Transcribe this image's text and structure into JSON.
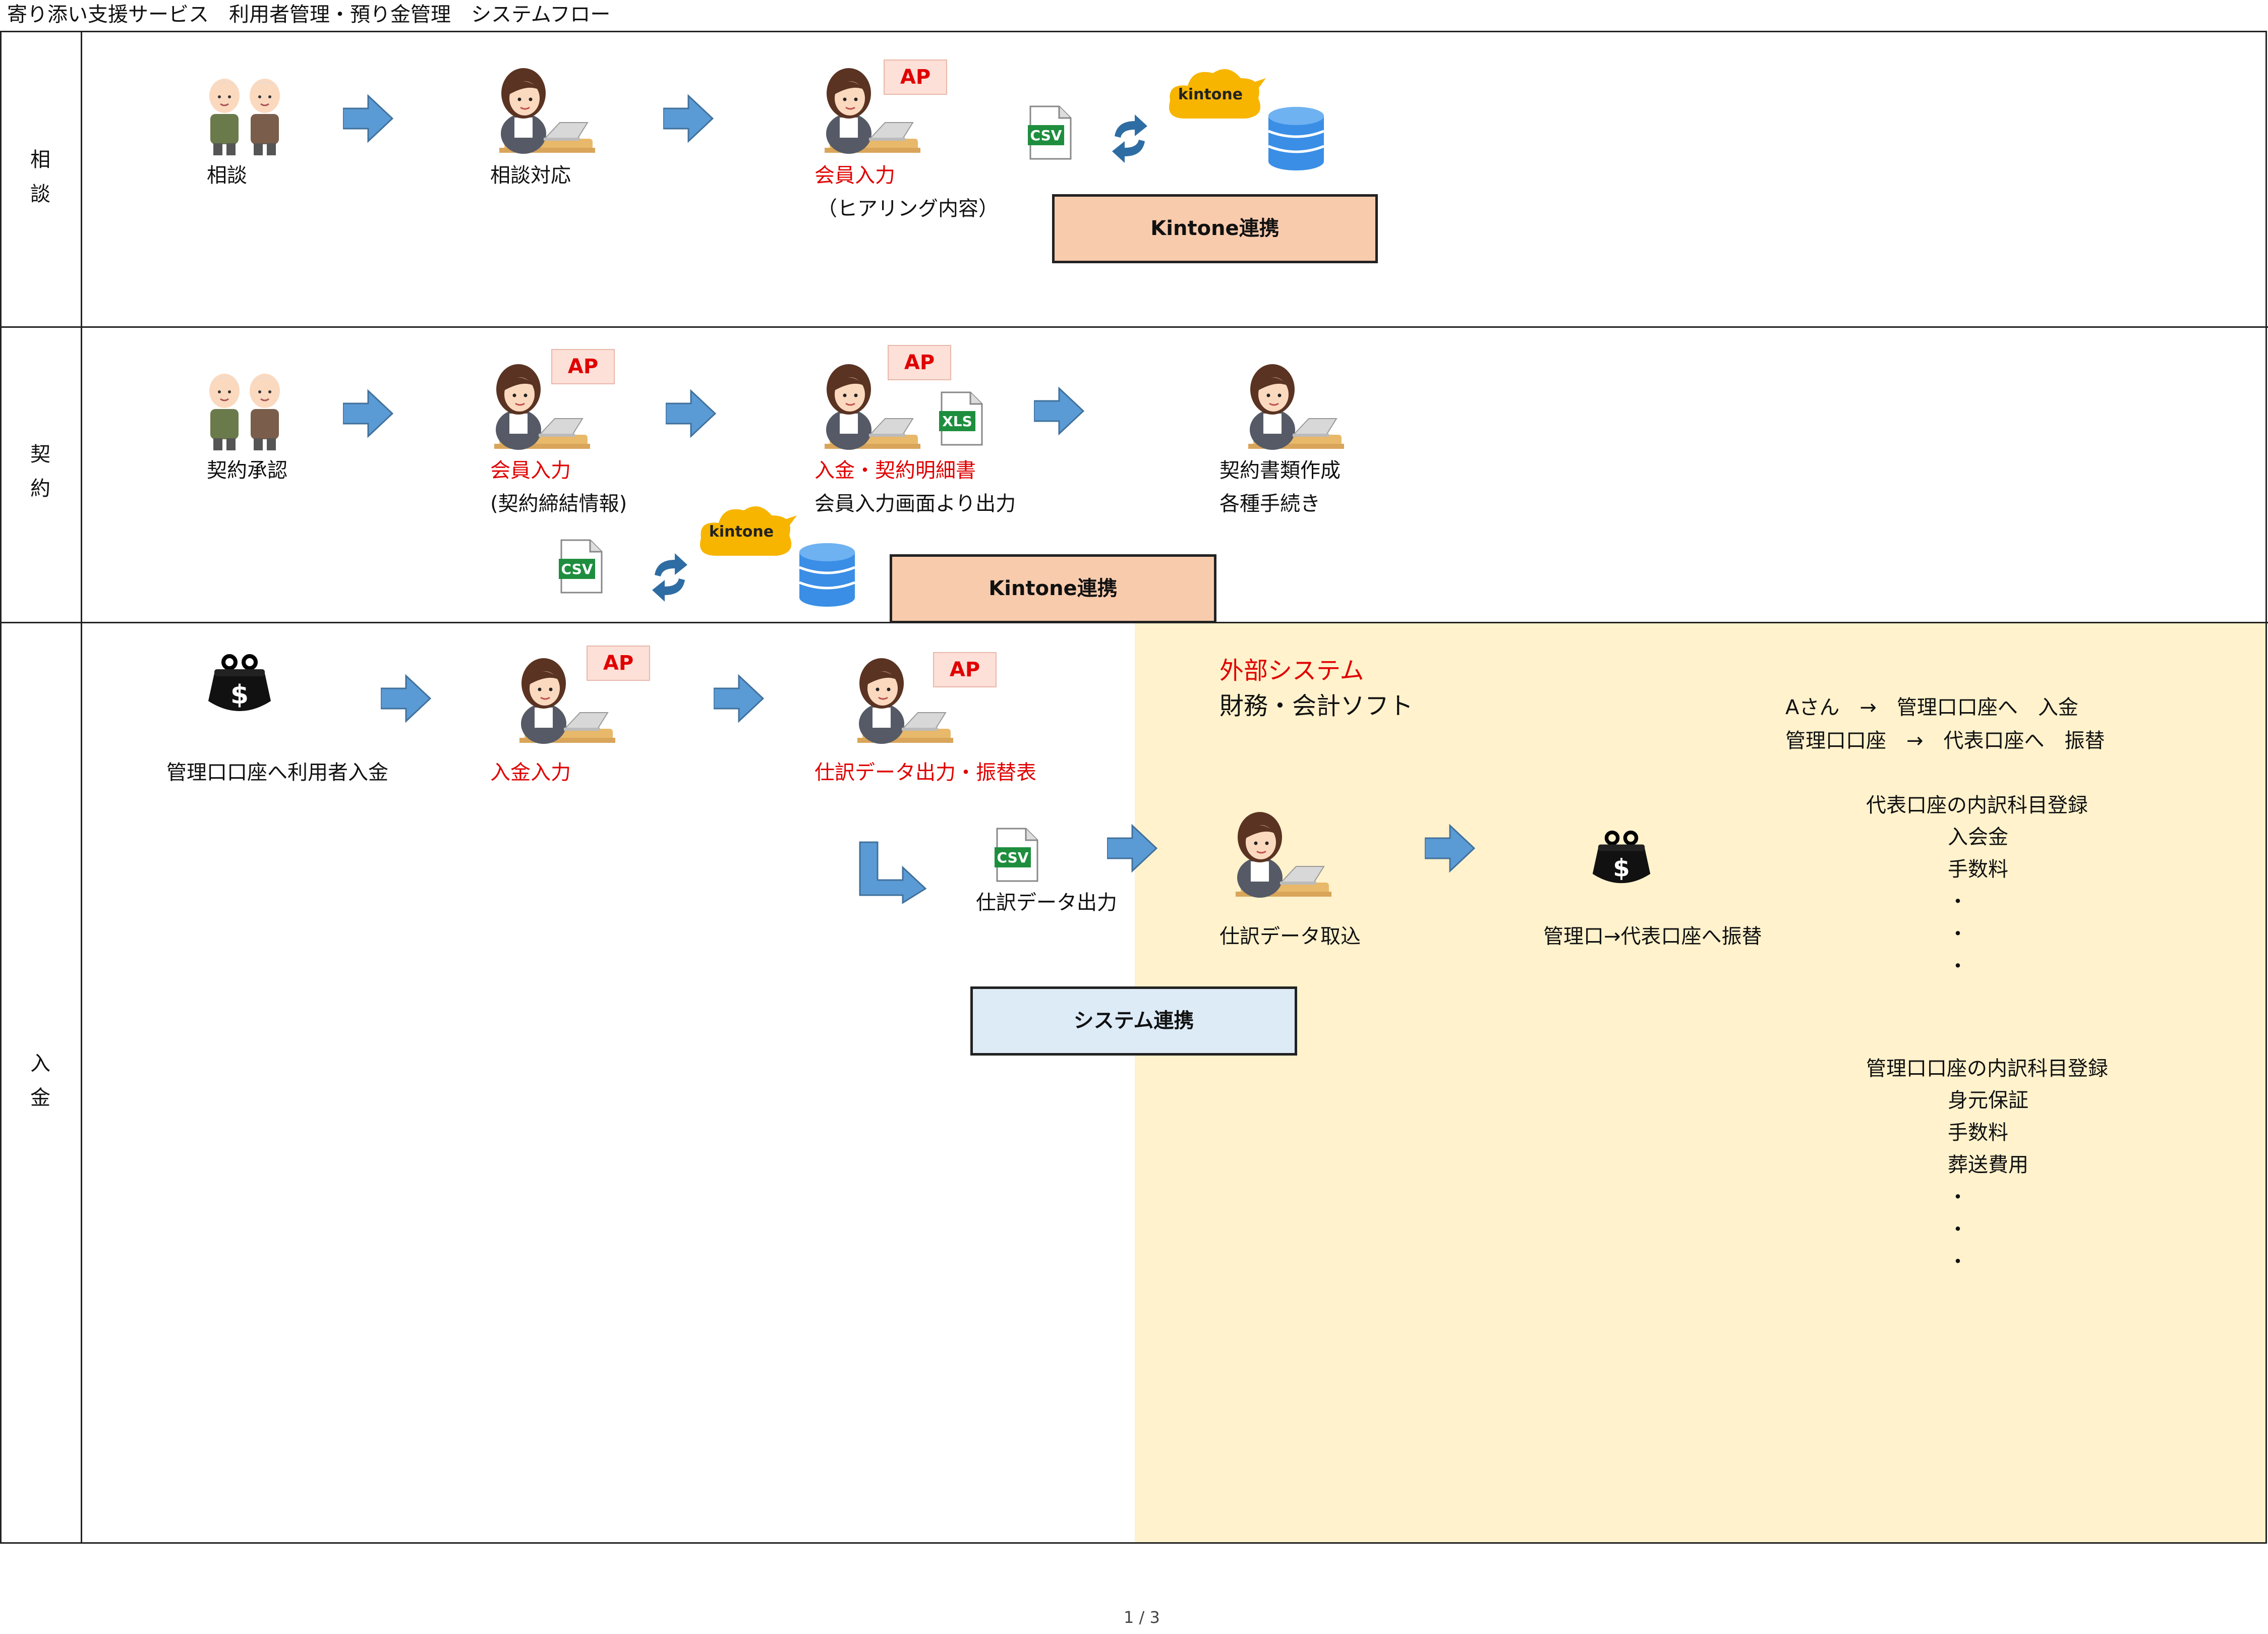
{
  "title": "寄り添い支援サービス　利用者管理・預り金管理　システムフロー",
  "lanes": {
    "consult": "相\n談",
    "contract": "契\n約",
    "deposit": "入\n金"
  },
  "colors": {
    "accent_red": "#e00000",
    "arrow_blue": "#5b9bd5",
    "kintone_box": "#f8cbad",
    "system_box": "#ddebf7",
    "external_bg": "#fff2cc"
  },
  "consult": {
    "step1": "相談",
    "step2": "相談対応",
    "step3_red": "会員入力",
    "step3_sub": "（ヒアリング内容）",
    "ap": "AP",
    "csv": "CSV",
    "kintone": "kintone",
    "link_box": "Kintone連携"
  },
  "contract": {
    "step1": "契約承認",
    "step2_red": "会員入力",
    "step2_sub": "(契約締結情報)",
    "ap": "AP",
    "step3_red": "入金・契約明細書",
    "step3_sub": "会員入力画面より出力",
    "xls": "XLS",
    "step4_line1": "契約書類作成",
    "step4_line2": "各種手続き",
    "csv": "CSV",
    "kintone": "kintone",
    "link_box": "Kintone連携"
  },
  "deposit": {
    "step1": "管理口口座へ利用者入金",
    "step2_red": "入金入力",
    "ap": "AP",
    "step3_red": "仕訳データ出力・振替表",
    "csv": "CSV",
    "csv_label": "仕訳データ出力",
    "import_label": "仕訳データ取込",
    "transfer_label": "管理口→代表口座へ振替",
    "link_box": "システム連携"
  },
  "external": {
    "title_red": "外部システム",
    "subtitle": "財務・会計ソフト",
    "flow_line1": "Aさん　→　管理口口座へ　入金",
    "flow_line2": "管理口口座　→　代表口座へ　振替",
    "rep_heading": "代表口座の内訳科目登録",
    "rep_items": "入会金\n手数料\n・\n・\n・",
    "mgmt_heading": "管理口口座の内訳科目登録",
    "mgmt_items": "身元保証\n手数料\n葬送費用\n・\n・\n・"
  },
  "footer": "1 / 3"
}
